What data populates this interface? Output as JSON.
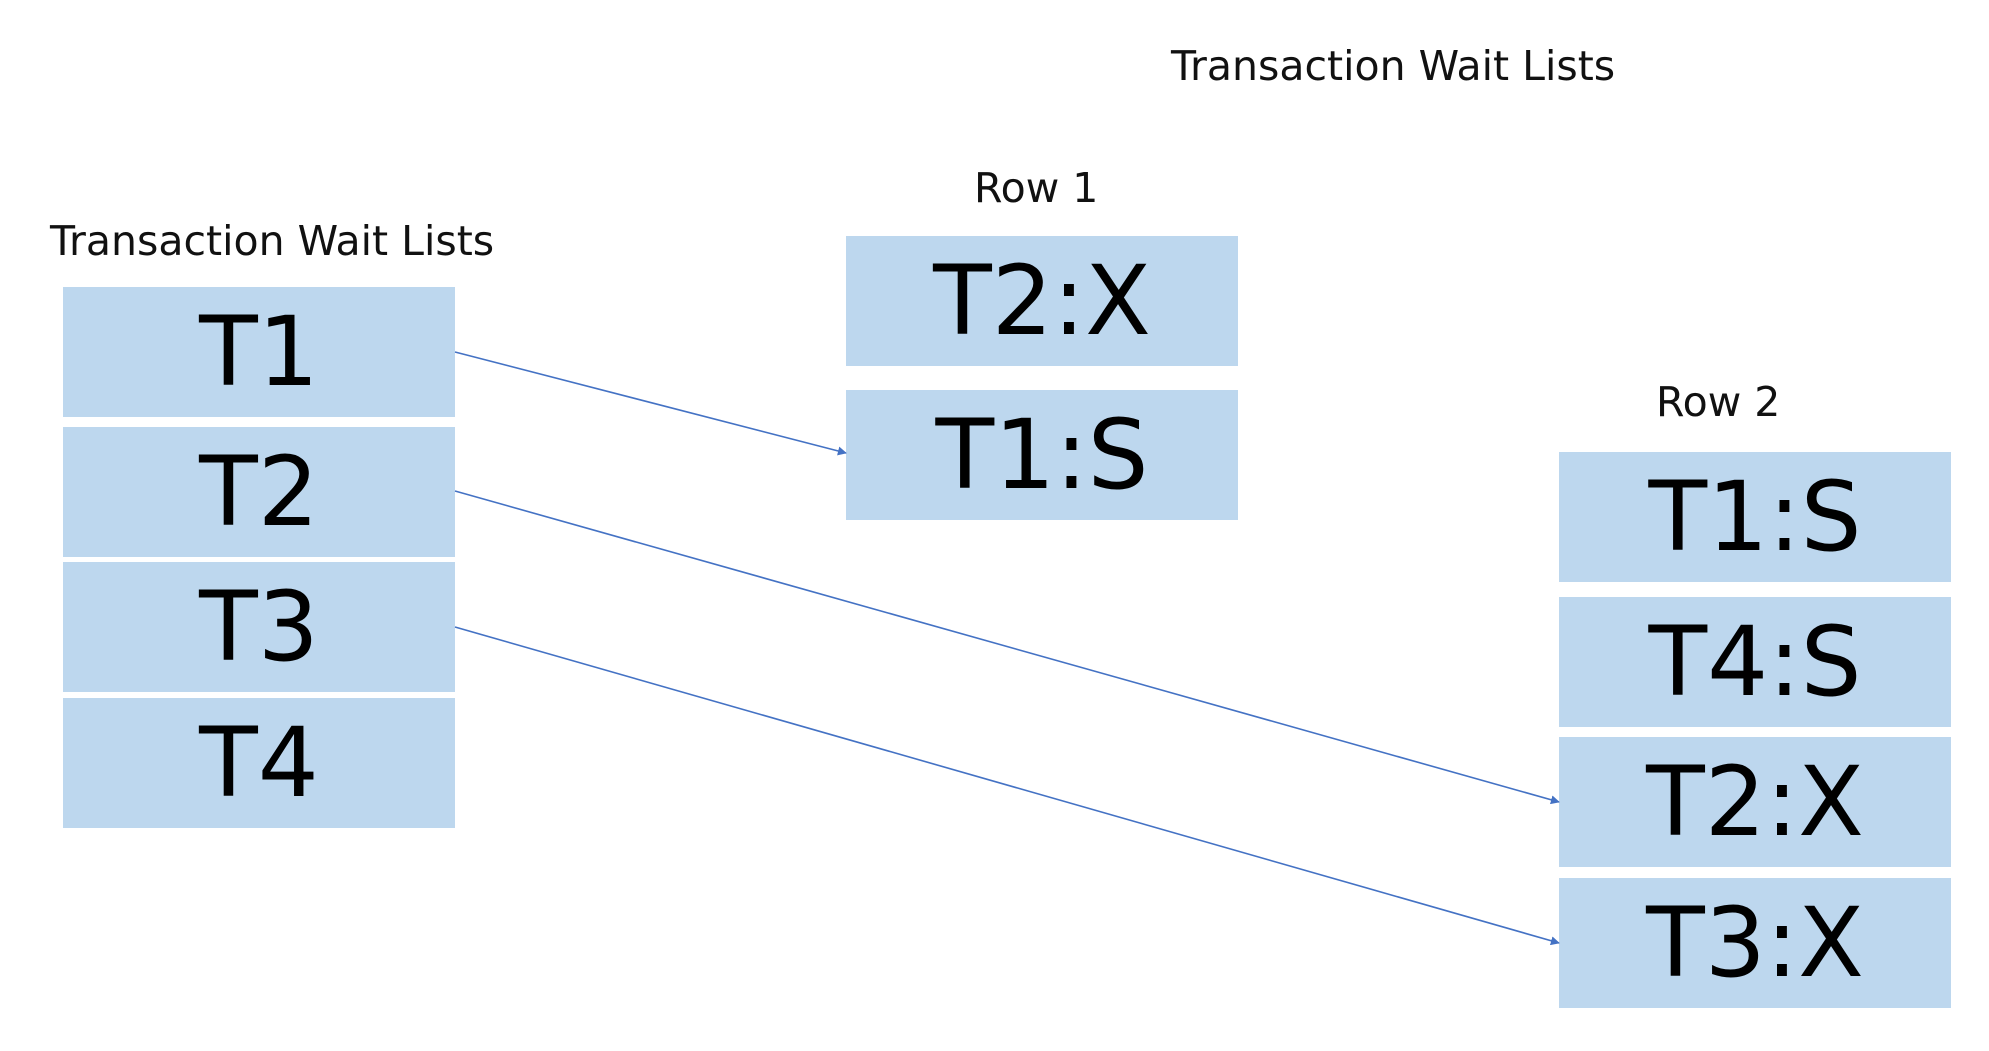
{
  "diagram": {
    "top_title": "Transaction Wait Lists",
    "transactions": {
      "title": "Transaction Wait Lists",
      "items": [
        "T1",
        "T2",
        "T3",
        "T4"
      ]
    },
    "row1": {
      "title": "Row 1",
      "items": [
        "T2:X",
        "T1:S"
      ]
    },
    "row2": {
      "title": "Row 2",
      "items": [
        "T1:S",
        "T4:S",
        "T2:X",
        "T3:X"
      ]
    },
    "edges": [
      {
        "from": "T1",
        "to": "row1.T1:S"
      },
      {
        "from": "T2",
        "to": "row2.T2:X"
      },
      {
        "from": "T3",
        "to": "row2.T3:X"
      }
    ],
    "colors": {
      "box_fill": "#bdd7ee",
      "arrow": "#4472c4"
    }
  }
}
